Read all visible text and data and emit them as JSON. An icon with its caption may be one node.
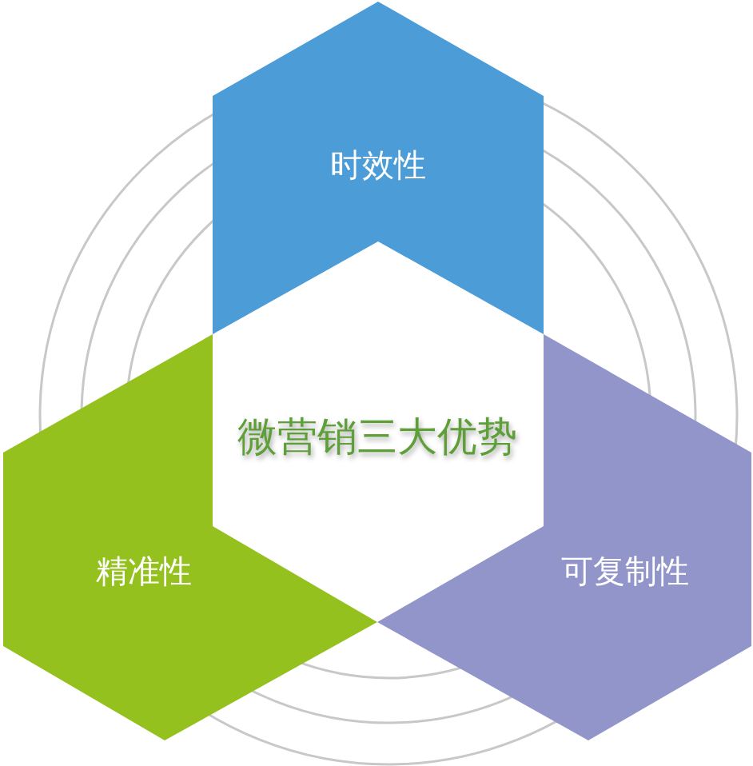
{
  "diagram": {
    "title": "微营销三大优势",
    "nodes": [
      {
        "text": [
          "时效性"
        ]
      },
      {
        "text": [
          "精准性"
        ]
      },
      {
        "text": [
          "可复制性"
        ]
      }
    ]
  }
}
